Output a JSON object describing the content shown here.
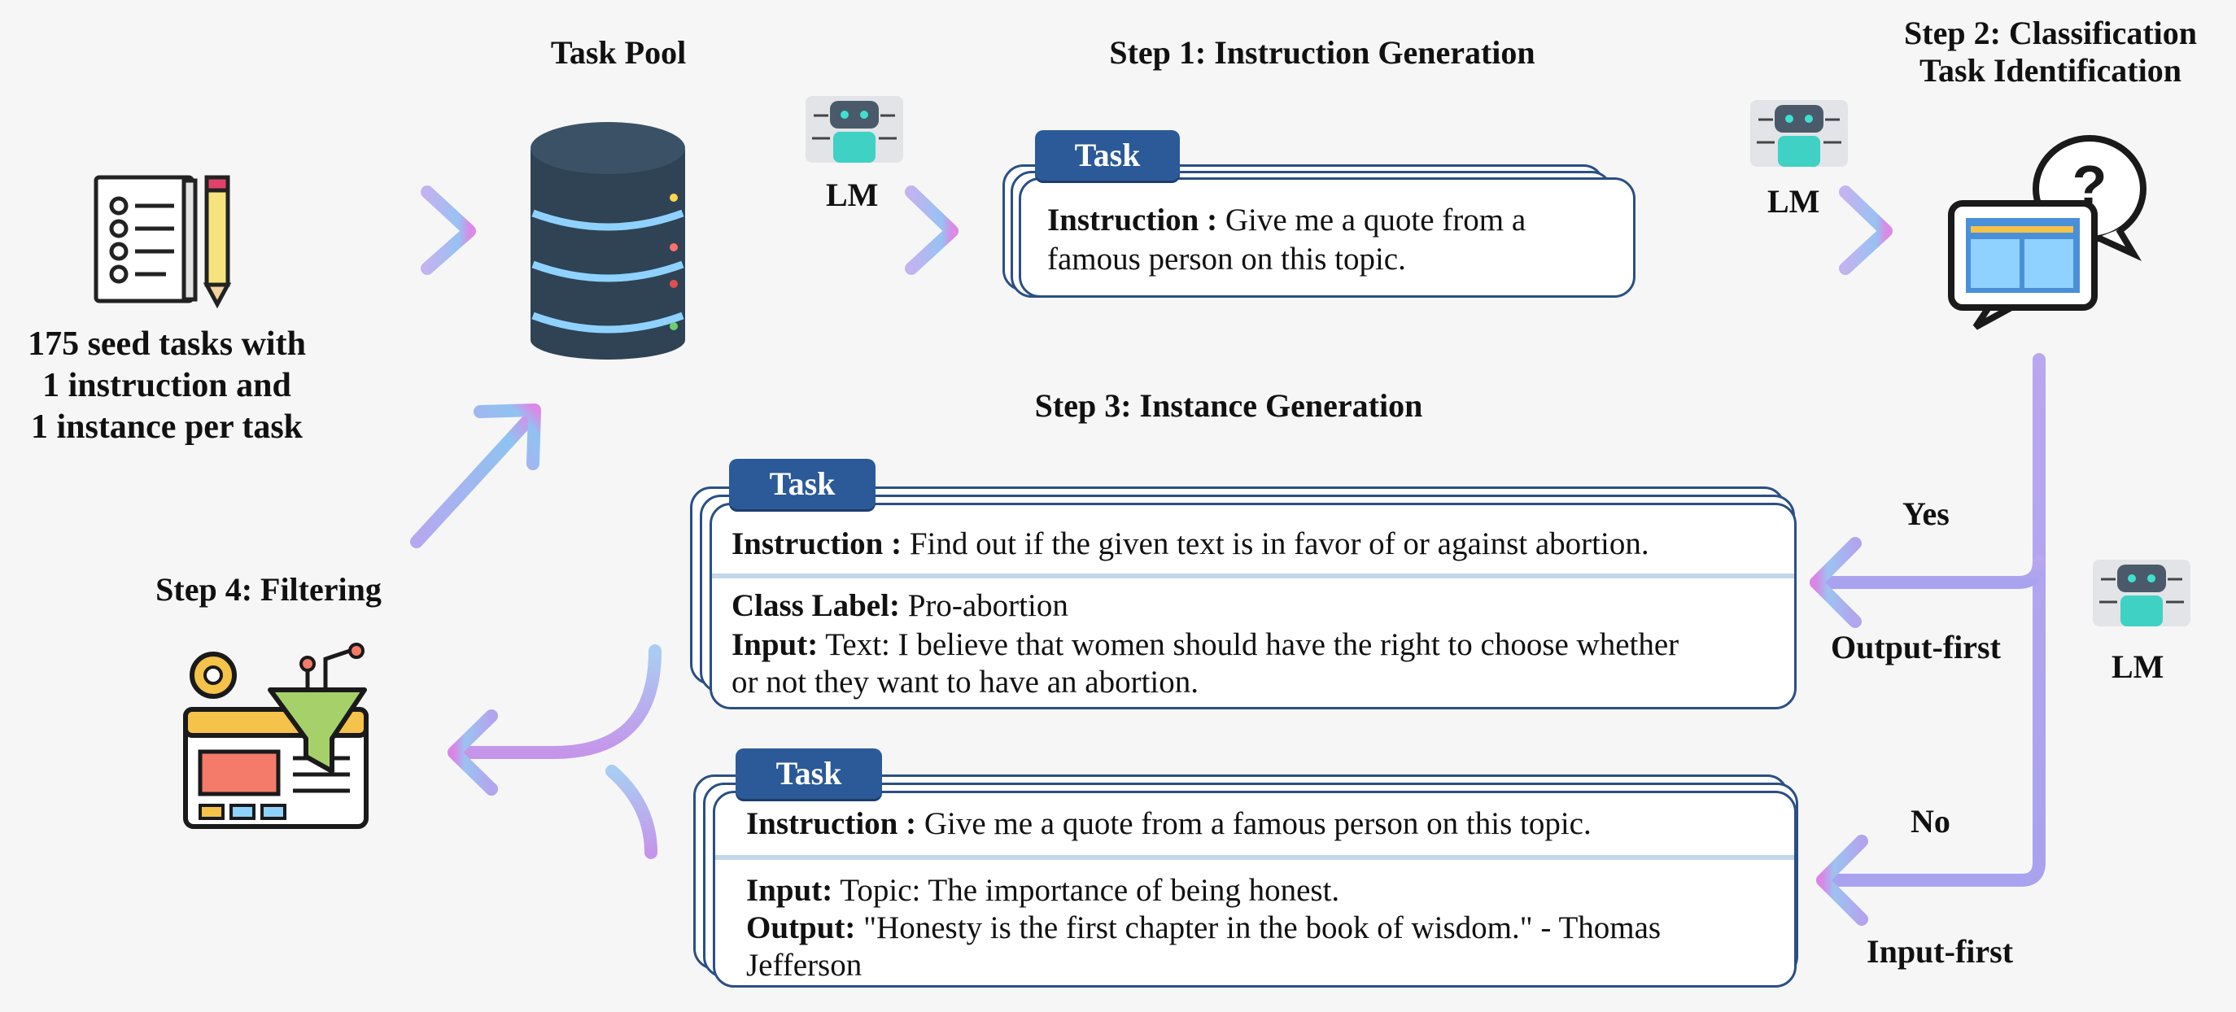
{
  "headers": {
    "task_pool": "Task Pool",
    "step1": "Step 1: Instruction Generation",
    "step2_line1": "Step 2: Classification",
    "step2_line2": "Task Identification",
    "step3": "Step 3: Instance Generation",
    "step4": "Step 4: Filtering"
  },
  "seed": {
    "line1": "175 seed tasks with",
    "line2": "1 instruction and",
    "line3": "1 instance per task"
  },
  "lm_label": "LM",
  "branch": {
    "yes": "Yes",
    "output_first": "Output-first",
    "no": "No",
    "input_first": "Input-first"
  },
  "step1_card": {
    "tab": "Task",
    "instruction_label": "Instruction :",
    "instruction_line1": "Give me a quote from a",
    "instruction_line2": "famous person on this topic."
  },
  "output_first_card": {
    "tab": "Task",
    "instruction_label": "Instruction :",
    "instruction_text": "Find out if the given text is in favor of or against abortion.",
    "class_label": "Class Label:",
    "class_value": "Pro-abortion",
    "input_label": "Input:",
    "input_line1": "Text: I believe that women should have the right to choose whether",
    "input_line2": "or not they want to have an abortion."
  },
  "input_first_card": {
    "tab": "Task",
    "instruction_label": "Instruction :",
    "instruction_text": "Give me a quote from a famous person on this topic.",
    "input_label": "Input:",
    "input_text": "Topic: The importance of being honest.",
    "output_label": "Output:",
    "output_line1": "\"Honesty is the first chapter in the book of wisdom.\" - Thomas",
    "output_line2": "Jefferson"
  },
  "icons": {
    "seed": "checklist-pencil-icon",
    "pool": "database-icon",
    "lm": "robot-icon",
    "classify": "question-chat-icon",
    "filter": "funnel-filter-icon"
  },
  "colors": {
    "card_border": "#2a4f86",
    "tab_fill": "#2c5a98",
    "divider": "#c2d7ea",
    "arrow_start": "#8dc8f2",
    "arrow_end": "#d684e6",
    "vertical_arrow": "#b5a6ee"
  }
}
